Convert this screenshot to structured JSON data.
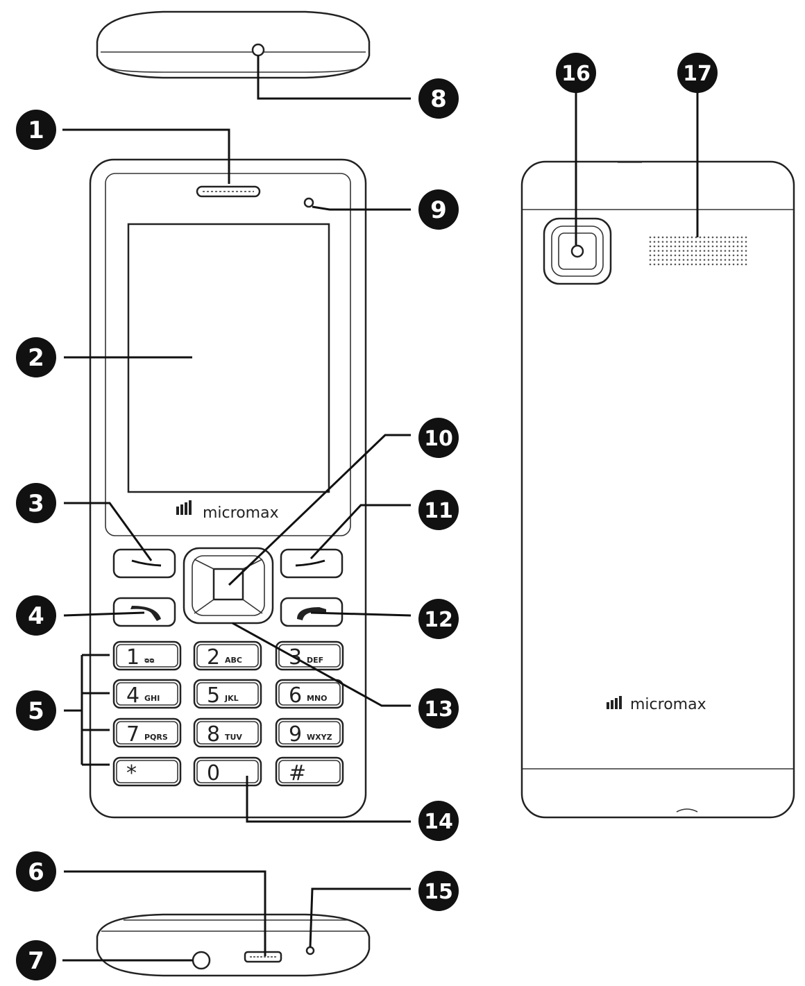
{
  "front": {
    "brand": "micromax",
    "keys": [
      {
        "main": "1",
        "sub": "ᴓᴓ"
      },
      {
        "main": "2",
        "sub": "ABC"
      },
      {
        "main": "3",
        "sub": "DEF"
      },
      {
        "main": "4",
        "sub": "GHI"
      },
      {
        "main": "5",
        "sub": "JKL"
      },
      {
        "main": "6",
        "sub": "MNO"
      },
      {
        "main": "7",
        "sub": "PQRS"
      },
      {
        "main": "8",
        "sub": "TUV"
      },
      {
        "main": "9",
        "sub": "WXYZ"
      },
      {
        "main": "*",
        "sub": ""
      },
      {
        "main": "0",
        "sub": ""
      },
      {
        "main": "#",
        "sub": ""
      }
    ]
  },
  "back": {
    "brand": "micromax"
  },
  "callouts": [
    "1",
    "2",
    "3",
    "4",
    "5",
    "6",
    "7",
    "8",
    "9",
    "10",
    "11",
    "12",
    "13",
    "14",
    "15",
    "16",
    "17"
  ]
}
